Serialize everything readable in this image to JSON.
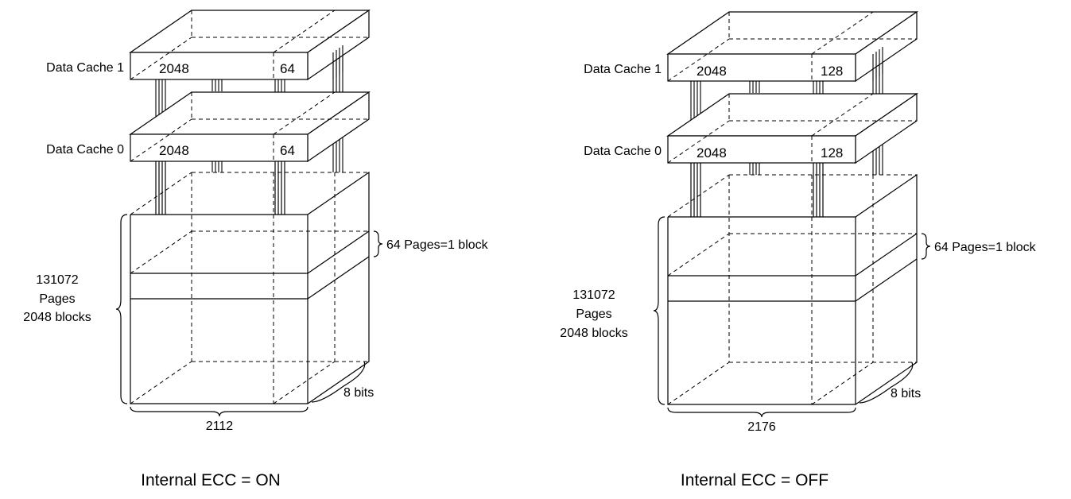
{
  "diagrams": [
    {
      "cache1_label": "Data Cache 1",
      "cache0_label": "Data Cache 0",
      "main_width": "2048",
      "spare_width": "64",
      "pages_label": [
        "131072",
        "Pages",
        "2048 blocks"
      ],
      "block_label": "64 Pages=1 block",
      "depth_label": "8 bits",
      "total_width": "2112",
      "caption": "Internal ECC = ON"
    },
    {
      "cache1_label": "Data Cache 1",
      "cache0_label": "Data Cache 0",
      "main_width": "2048",
      "spare_width": "128",
      "pages_label": [
        "131072",
        "Pages",
        "2048 blocks"
      ],
      "block_label": "64 Pages=1 block",
      "depth_label": "8 bits",
      "total_width": "2176",
      "caption": "Internal ECC = OFF"
    }
  ]
}
